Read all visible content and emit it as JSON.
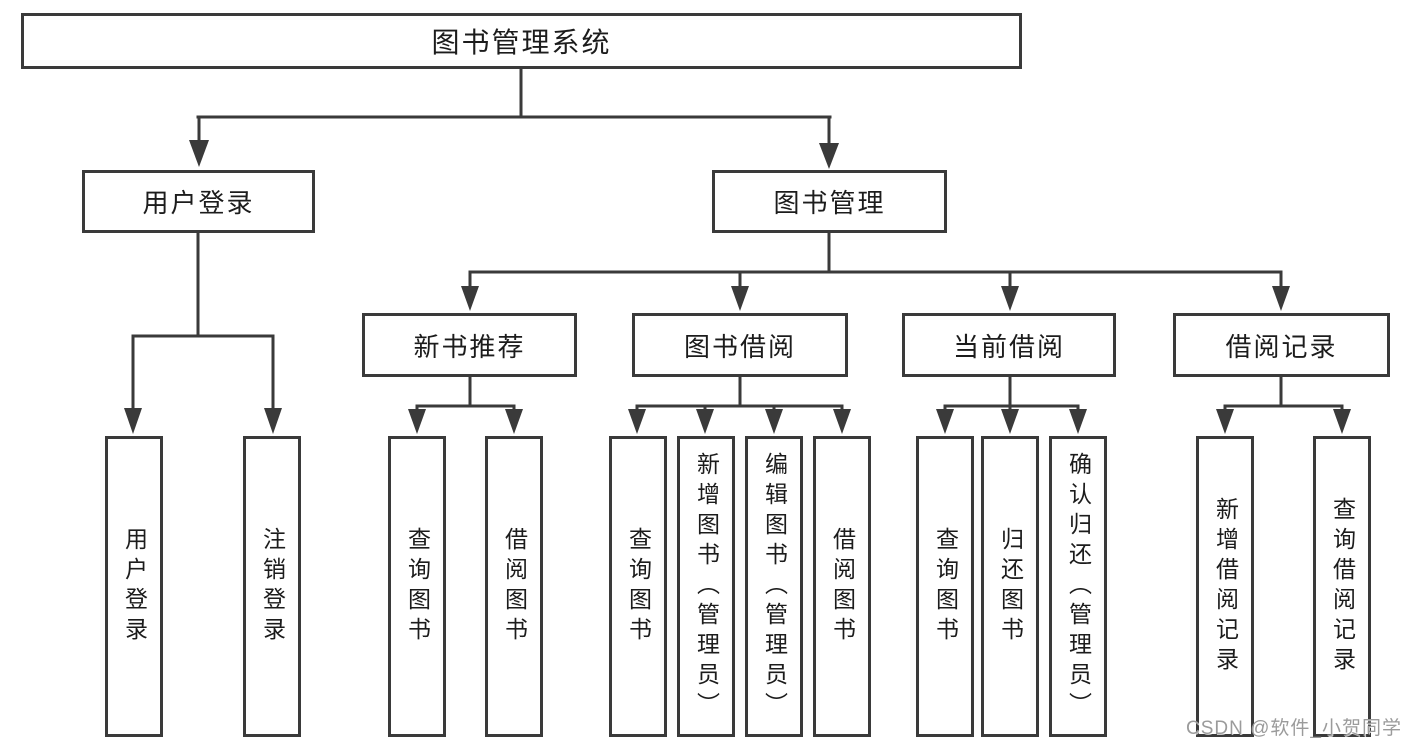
{
  "tree": {
    "label": "图书管理系统",
    "children": [
      {
        "label": "用户登录",
        "children": [
          {
            "label": "用户登录"
          },
          {
            "label": "注销登录"
          }
        ]
      },
      {
        "label": "图书管理",
        "children": [
          {
            "label": "新书推荐",
            "children": [
              {
                "label": "查询图书"
              },
              {
                "label": "借阅图书"
              }
            ]
          },
          {
            "label": "图书借阅",
            "children": [
              {
                "label": "查询图书"
              },
              {
                "label": "新增图书（管理员）"
              },
              {
                "label": "编辑图书（管理员）"
              },
              {
                "label": "借阅图书"
              }
            ]
          },
          {
            "label": "当前借阅",
            "children": [
              {
                "label": "查询图书"
              },
              {
                "label": "归还图书"
              },
              {
                "label": "确认归还（管理员）"
              }
            ]
          },
          {
            "label": "借阅记录",
            "children": [
              {
                "label": "新增借阅记录"
              },
              {
                "label": "查询借阅记录"
              }
            ]
          }
        ]
      }
    ]
  },
  "watermark": {
    "text": "CSDN @软件_小贺同学"
  },
  "colors": {
    "line": "#3a3a3a",
    "text": "#1c1c1c",
    "watermark": "#9b9b9b",
    "background": "#ffffff"
  }
}
